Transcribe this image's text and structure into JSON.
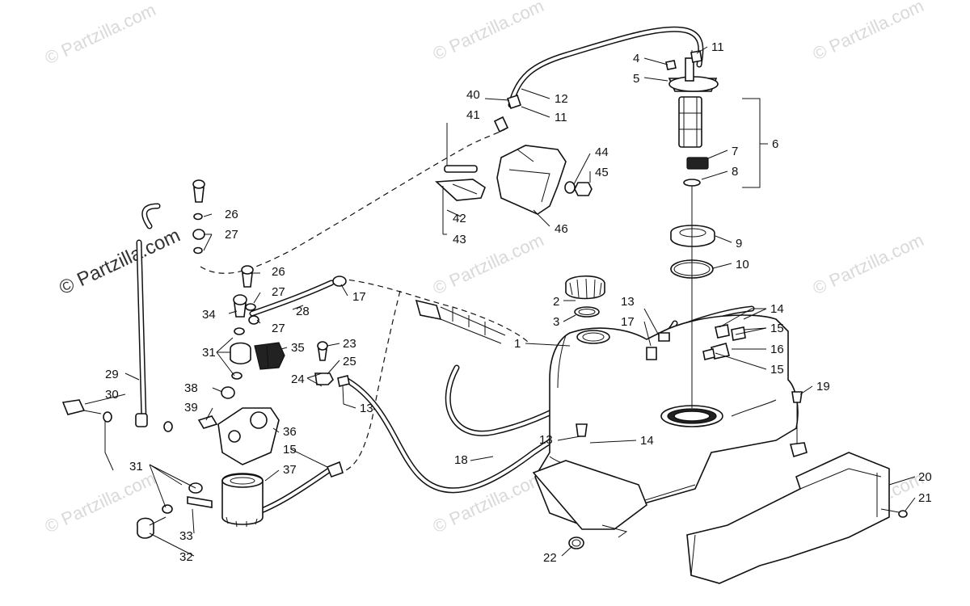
{
  "watermarks": {
    "faint": "© Partzilla.com",
    "strong": "© Partzilla.com"
  },
  "labels": [
    {
      "id": "l1",
      "text": "1"
    },
    {
      "id": "l2",
      "text": "2"
    },
    {
      "id": "l3",
      "text": "3"
    },
    {
      "id": "l4",
      "text": "4"
    },
    {
      "id": "l5",
      "text": "5"
    },
    {
      "id": "l6",
      "text": "6"
    },
    {
      "id": "l7",
      "text": "7"
    },
    {
      "id": "l8",
      "text": "8"
    },
    {
      "id": "l9",
      "text": "9"
    },
    {
      "id": "l10",
      "text": "10"
    },
    {
      "id": "l11a",
      "text": "11"
    },
    {
      "id": "l11b",
      "text": "11"
    },
    {
      "id": "l12",
      "text": "12"
    },
    {
      "id": "l13a",
      "text": "13"
    },
    {
      "id": "l13b",
      "text": "13"
    },
    {
      "id": "l13c",
      "text": "13"
    },
    {
      "id": "l14a",
      "text": "14"
    },
    {
      "id": "l14b",
      "text": "14"
    },
    {
      "id": "l15a",
      "text": "15"
    },
    {
      "id": "l15b",
      "text": "15"
    },
    {
      "id": "l15c",
      "text": "15"
    },
    {
      "id": "l16",
      "text": "16"
    },
    {
      "id": "l17a",
      "text": "17"
    },
    {
      "id": "l17b",
      "text": "17"
    },
    {
      "id": "l18",
      "text": "18"
    },
    {
      "id": "l19",
      "text": "19"
    },
    {
      "id": "l20",
      "text": "20"
    },
    {
      "id": "l21",
      "text": "21"
    },
    {
      "id": "l22",
      "text": "22"
    },
    {
      "id": "l23",
      "text": "23"
    },
    {
      "id": "l24",
      "text": "24"
    },
    {
      "id": "l25",
      "text": "25"
    },
    {
      "id": "l26a",
      "text": "26"
    },
    {
      "id": "l26b",
      "text": "26"
    },
    {
      "id": "l27a",
      "text": "27"
    },
    {
      "id": "l27b",
      "text": "27"
    },
    {
      "id": "l27c",
      "text": "27"
    },
    {
      "id": "l28",
      "text": "28"
    },
    {
      "id": "l29",
      "text": "29"
    },
    {
      "id": "l30",
      "text": "30"
    },
    {
      "id": "l31a",
      "text": "31"
    },
    {
      "id": "l31b",
      "text": "31"
    },
    {
      "id": "l32",
      "text": "32"
    },
    {
      "id": "l33",
      "text": "33"
    },
    {
      "id": "l34",
      "text": "34"
    },
    {
      "id": "l35",
      "text": "35"
    },
    {
      "id": "l36",
      "text": "36"
    },
    {
      "id": "l37",
      "text": "37"
    },
    {
      "id": "l38",
      "text": "38"
    },
    {
      "id": "l39",
      "text": "39"
    },
    {
      "id": "l40",
      "text": "40"
    },
    {
      "id": "l41",
      "text": "41"
    },
    {
      "id": "l42",
      "text": "42"
    },
    {
      "id": "l43",
      "text": "43"
    },
    {
      "id": "l44",
      "text": "44"
    },
    {
      "id": "l45",
      "text": "45"
    },
    {
      "id": "l46",
      "text": "46"
    }
  ]
}
